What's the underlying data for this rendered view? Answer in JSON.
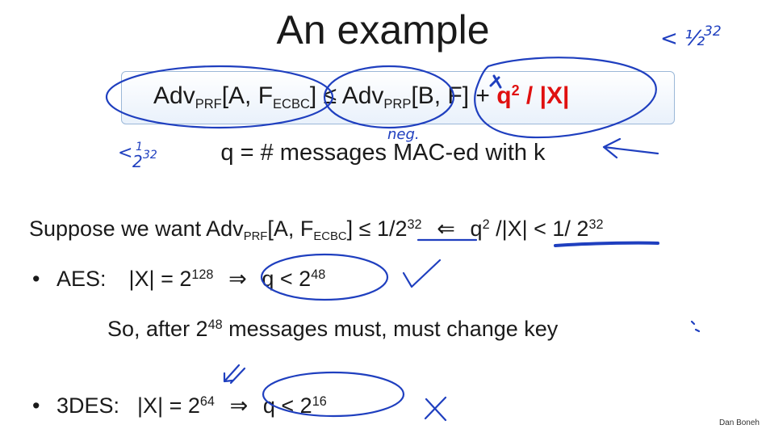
{
  "slide": {
    "title": "An example",
    "formula": {
      "adv_label": "Adv",
      "prf_sub": "PRF",
      "prf_args_open": "[A, F",
      "ecbc_sub": "ECBC",
      "prf_args_close": "]",
      "leq": " ≤ ",
      "prp_label": "Adv",
      "prp_sub": "PRP",
      "prp_args": "[B, F]",
      "plus": " + ",
      "error_term_q": "q",
      "error_term_exp": "2",
      "error_term_rest": " / |X|"
    },
    "q_definition": "q = # messages MAC-ed with k",
    "suppose": {
      "prefix": "Suppose we want  Adv",
      "prf_sub": "PRF",
      "args_open": "[A, F",
      "ecbc_sub": "ECBC",
      "args_close": "]",
      "leq_target": " ≤  1/2",
      "target_exp": "32",
      "implied_by": "⇐",
      "cond_q": "q",
      "cond_q_exp": "2",
      "cond_rest": " /|X| < 1/ 2",
      "cond_exp": "32"
    },
    "aes": {
      "bullet": "•",
      "label": "AES:",
      "x_size": "|X| = 2",
      "x_exp": "128",
      "arrow": "⇒",
      "q_bound": "q < 2",
      "q_exp": "48"
    },
    "after": {
      "prefix": "So, after  2",
      "exp": "48",
      "suffix": "  messages must, must change key"
    },
    "tdes": {
      "bullet": "•",
      "label": "3DES:",
      "x_size": "|X| = 2",
      "x_exp": "64",
      "arrow": "⇒",
      "q_bound": "q < 2",
      "q_exp": "16"
    },
    "credit": "Dan Boneh"
  },
  "annotations": {
    "top_right": "< ½",
    "top_right_exp": "32",
    "left_bound": "<",
    "left_frac_top": "1",
    "left_frac_bottom": "2",
    "left_frac_exp": "32",
    "neg": "neg."
  },
  "colors": {
    "ink": "#1f3fbf",
    "highlight": "#e01010",
    "box_border": "#9bb8d8"
  }
}
